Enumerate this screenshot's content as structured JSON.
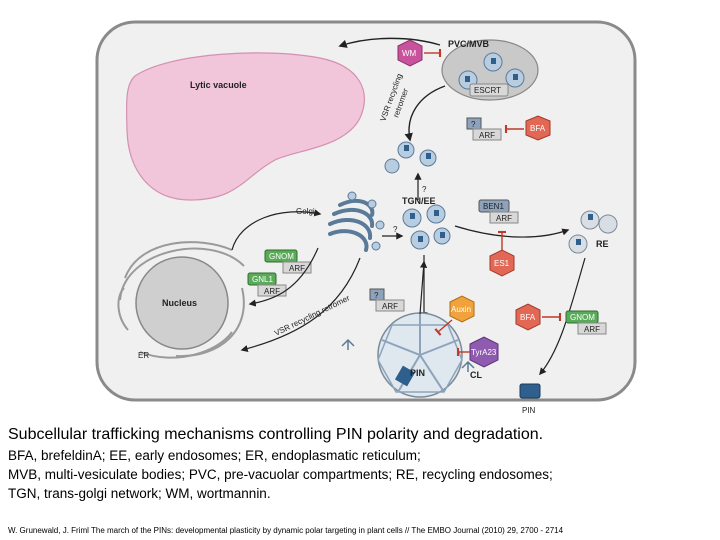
{
  "diagram": {
    "compartments": {
      "lytic_vacuole": "Lytic vacuole",
      "pvc_mvb": "PVC/MVB",
      "golgi": "Golgi",
      "tgn_ee": "TGN/EE",
      "nucleus": "Nucleus",
      "er": "ER",
      "re": "RE",
      "cl": "CL",
      "pin_center": "PIN",
      "pin_membrane": "PIN"
    },
    "proteins": {
      "wm": "WM",
      "escrt": "ESCRT",
      "q1": "?",
      "arf1": "ARF",
      "bfa1": "BFA",
      "q2": "?",
      "ben1": "BEN1",
      "arf2": "ARF",
      "q3": "?",
      "gnom1": "GNOM",
      "arf3": "ARF",
      "gnl1": "GNL1",
      "arf4": "ARF",
      "q4": "?",
      "arf5": "ARF",
      "es1": "ES1",
      "auxin": "Auxin",
      "tyra23": "TyrA23",
      "bfa2": "BFA",
      "gnom2": "GNOM",
      "arf6": "ARF"
    },
    "pathways": {
      "vsr_top": "VSR recycling",
      "retromer": "retromer",
      "vsr_bottom": "VSR recycling retromer"
    },
    "colors": {
      "cell_fill": "#f0f0f0",
      "vacuole_fill": "#f1c6da",
      "vesicle_fill": "#b9cde0",
      "cargo": "#2f5f8c",
      "wm": "#c9529c",
      "bfa": "#e26855",
      "auxin": "#f0a33c",
      "tyra23": "#8f5bb0",
      "gnom": "#5aaa5a",
      "arf": "#d8d8d8"
    }
  },
  "caption": {
    "title": "Subcellular trafficking mechanisms controlling PIN polarity and degradation.",
    "line1": "BFA, brefeldinA; EE, early endosomes; ER, endoplasmatic reticulum;",
    "line2": "MVB, multi-vesiculate bodies; PVC, pre-vacuolar compartments; RE, recycling endosomes;",
    "line3": "TGN, trans-golgi network; WM, wortmannin.",
    "citation": "W. Grunewald, J. Friml The march of the PINs: developmental plasticity by dynamic polar targeting in plant cells // The EMBO Journal (2010) 29, 2700 - 2714"
  }
}
